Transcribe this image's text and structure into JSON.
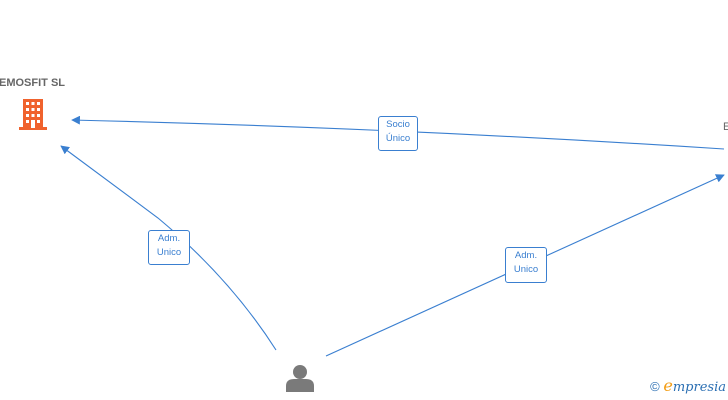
{
  "nodes": {
    "company_left": {
      "label": "EMOSFIT  SL",
      "icon": "building-icon",
      "color": "#f0622d"
    },
    "company_right": {
      "label": "E",
      "icon": "building-icon"
    },
    "person": {
      "icon": "person-icon",
      "color": "#7a7a7a"
    }
  },
  "edges": [
    {
      "id": "socio",
      "line1": "Socio",
      "line2": "Único"
    },
    {
      "id": "adm_left",
      "line1": "Adm.",
      "line2": "Unico"
    },
    {
      "id": "adm_right",
      "line1": "Adm.",
      "line2": "Unico"
    }
  ],
  "watermark": {
    "copyright": "©",
    "brand_initial": "e",
    "brand_rest": "mpresia"
  },
  "colors": {
    "edge": "#3a7fd0",
    "building": "#f0622d",
    "person": "#7a7a7a"
  }
}
